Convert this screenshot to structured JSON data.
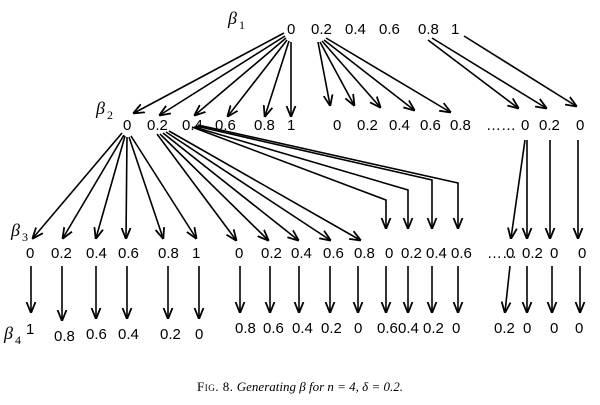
{
  "levels": [
    {
      "symbol": "β",
      "sub": "1"
    },
    {
      "symbol": "β",
      "sub": "2"
    },
    {
      "symbol": "β",
      "sub": "3"
    },
    {
      "symbol": "β",
      "sub": "4"
    }
  ],
  "row1": [
    "0",
    "0.2",
    "0.4",
    "0.6",
    "0.8",
    "1"
  ],
  "row2": [
    "0",
    "0.2",
    "0.4",
    "0.6",
    "0.8",
    "1",
    "0",
    "0.2",
    "0.4",
    "0.6",
    "0.8",
    "……",
    "0",
    "0.2",
    "0"
  ],
  "row3": [
    "0",
    "0.2",
    "0.4",
    "0.6",
    "0.8",
    "1",
    "0",
    "0.2",
    "0.4",
    "0.6",
    "0.8",
    "0",
    "0.2",
    "0.4",
    "0.6",
    "……",
    "0",
    "0.2",
    "0",
    "0"
  ],
  "row4": [
    "1",
    "0.8",
    "0.6",
    "0.4",
    "0.2",
    "0",
    "0.8",
    "0.6",
    "0.4",
    "0.2",
    "0",
    "0.6",
    "0.4",
    "0.2",
    "0",
    "0.2",
    "0",
    "0",
    "0"
  ],
  "caption": {
    "fig_label": "Fig. 8.",
    "text": "Generating β for n = 4, δ = 0.2."
  }
}
